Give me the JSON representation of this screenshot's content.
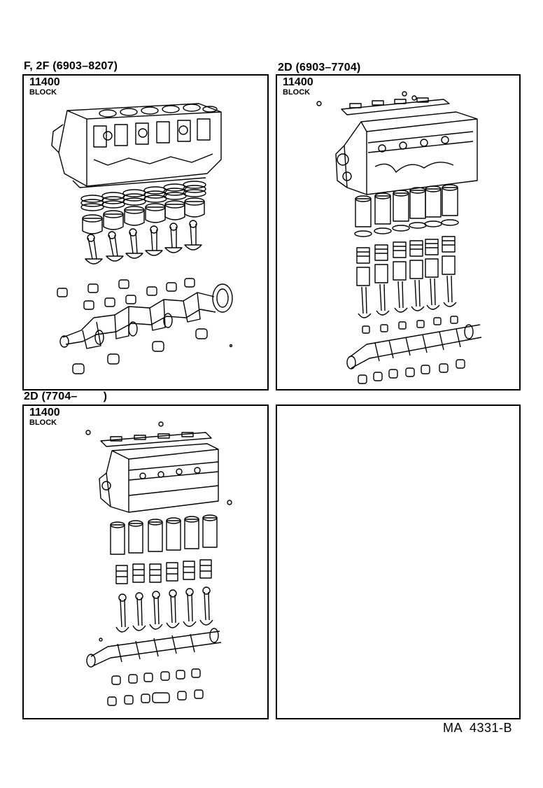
{
  "captions": {
    "top_left": "F, 2F (6903–8207)",
    "top_right": "2D (6903–7704)",
    "bottom_left": "2D (7704–        )"
  },
  "panels": {
    "top_left": {
      "part_number": "11400",
      "part_name": "BLOCK"
    },
    "top_right": {
      "part_number": "11400",
      "part_name": "BLOCK"
    },
    "bottom_left": {
      "part_number": "11400",
      "part_name": "BLOCK"
    }
  },
  "diagram_code": "MA  4331-B"
}
